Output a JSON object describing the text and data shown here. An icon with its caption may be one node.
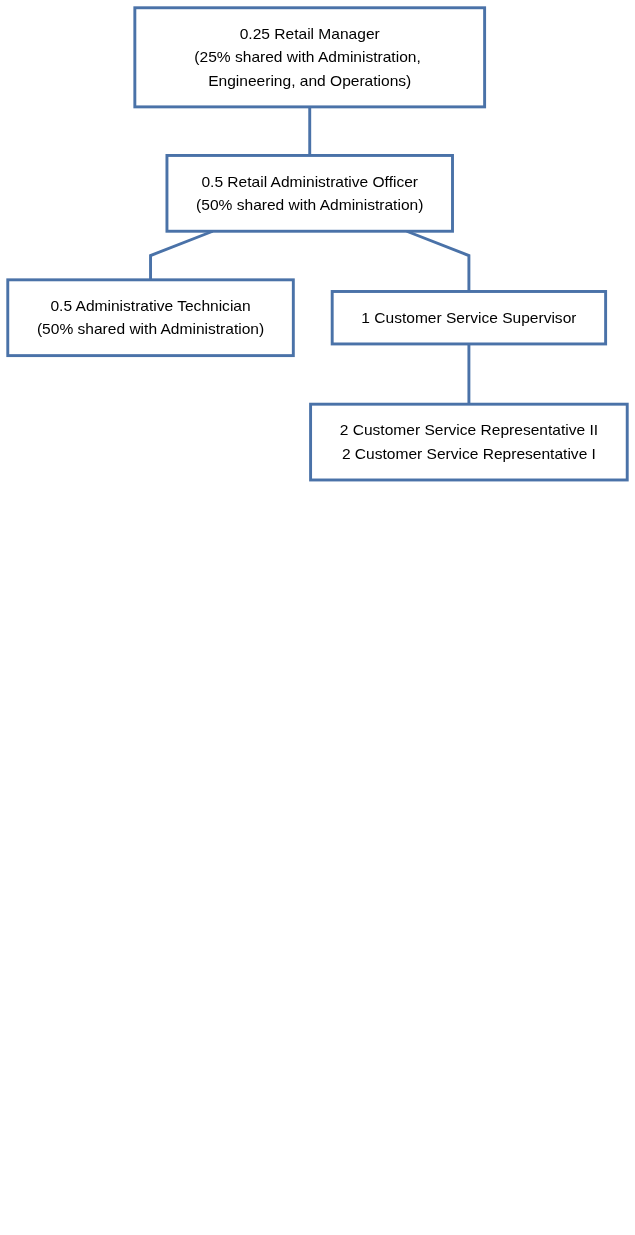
{
  "diagram": {
    "nodes": [
      {
        "text": [
          "0.25 Retail Manager",
          "(25% shared with Administration, Engineering, and Operations)"
        ]
      },
      {
        "text": [
          "0.5 Retail Administrative Officer",
          "(50% shared with Administration)"
        ]
      },
      {
        "text": [
          "0.5 Administrative Technician",
          "(50% shared with Administration)"
        ]
      },
      {
        "text": [
          "1 Customer Service Supervisor"
        ]
      },
      {
        "text": [
          "2 Customer Service Representative II",
          "2 Customer Service Representative I"
        ]
      }
    ],
    "edges": [
      {
        "from": 0,
        "to": 1,
        "arrow": "none"
      },
      {
        "from": 1,
        "to": 2,
        "arrow": "none"
      },
      {
        "from": 1,
        "to": 3,
        "arrow": "none"
      },
      {
        "from": 3,
        "to": 4,
        "arrow": "none"
      }
    ]
  }
}
